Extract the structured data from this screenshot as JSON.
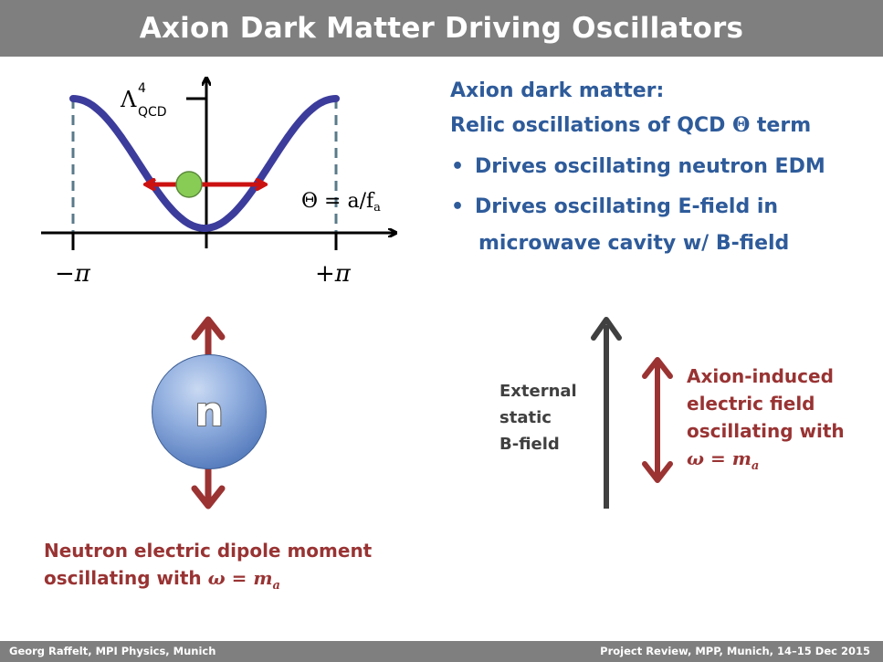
{
  "header": {
    "title": "Axion Dark Matter Driving Oscillators"
  },
  "potential_plot": {
    "lambda_base": "Λ",
    "lambda_sup": "4",
    "lambda_sub": "QCD",
    "theta_symbol": "Θ",
    "theta_eq_mid": " = a/f",
    "theta_eq_sub": "a",
    "left_tick": "−π",
    "right_tick": "+π",
    "colors": {
      "curve": "#3c3c9c",
      "arrow": "#cc1111",
      "ball": "#88cc55",
      "dashed": "#5a7a8a"
    }
  },
  "description": {
    "heading_line1": "Axion dark matter:",
    "heading_line2_prefix": "Relic oscillations of QCD ",
    "heading_line2_symbol": "Θ",
    "heading_line2_suffix": " term",
    "bullets": [
      {
        "marker": "•",
        "text": "Drives oscillating neutron EDM"
      },
      {
        "marker": "•",
        "text": "Drives oscillating E-field in"
      }
    ],
    "bullet2_cont": "microwave cavity w/ B-field",
    "color": "#2e5b9a"
  },
  "neutron": {
    "label": "n",
    "caption_line1": "Neutron electric dipole moment",
    "caption_line2": "oscillating with ",
    "omega": "ω",
    "eq": " = ",
    "m": "m",
    "m_sub": "a"
  },
  "cavity": {
    "b_field_lines": [
      "External",
      "static",
      "B-field"
    ],
    "e_field_lines": [
      "Axion-induced",
      "electric field",
      "oscillating with"
    ],
    "omega": "ω",
    "eq": " = ",
    "m": "m",
    "m_sub": "a"
  },
  "footer": {
    "left": "Georg Raffelt, MPI Physics, Munich",
    "right": "Project Review, MPP, Munich, 14–15 Dec 2015"
  }
}
